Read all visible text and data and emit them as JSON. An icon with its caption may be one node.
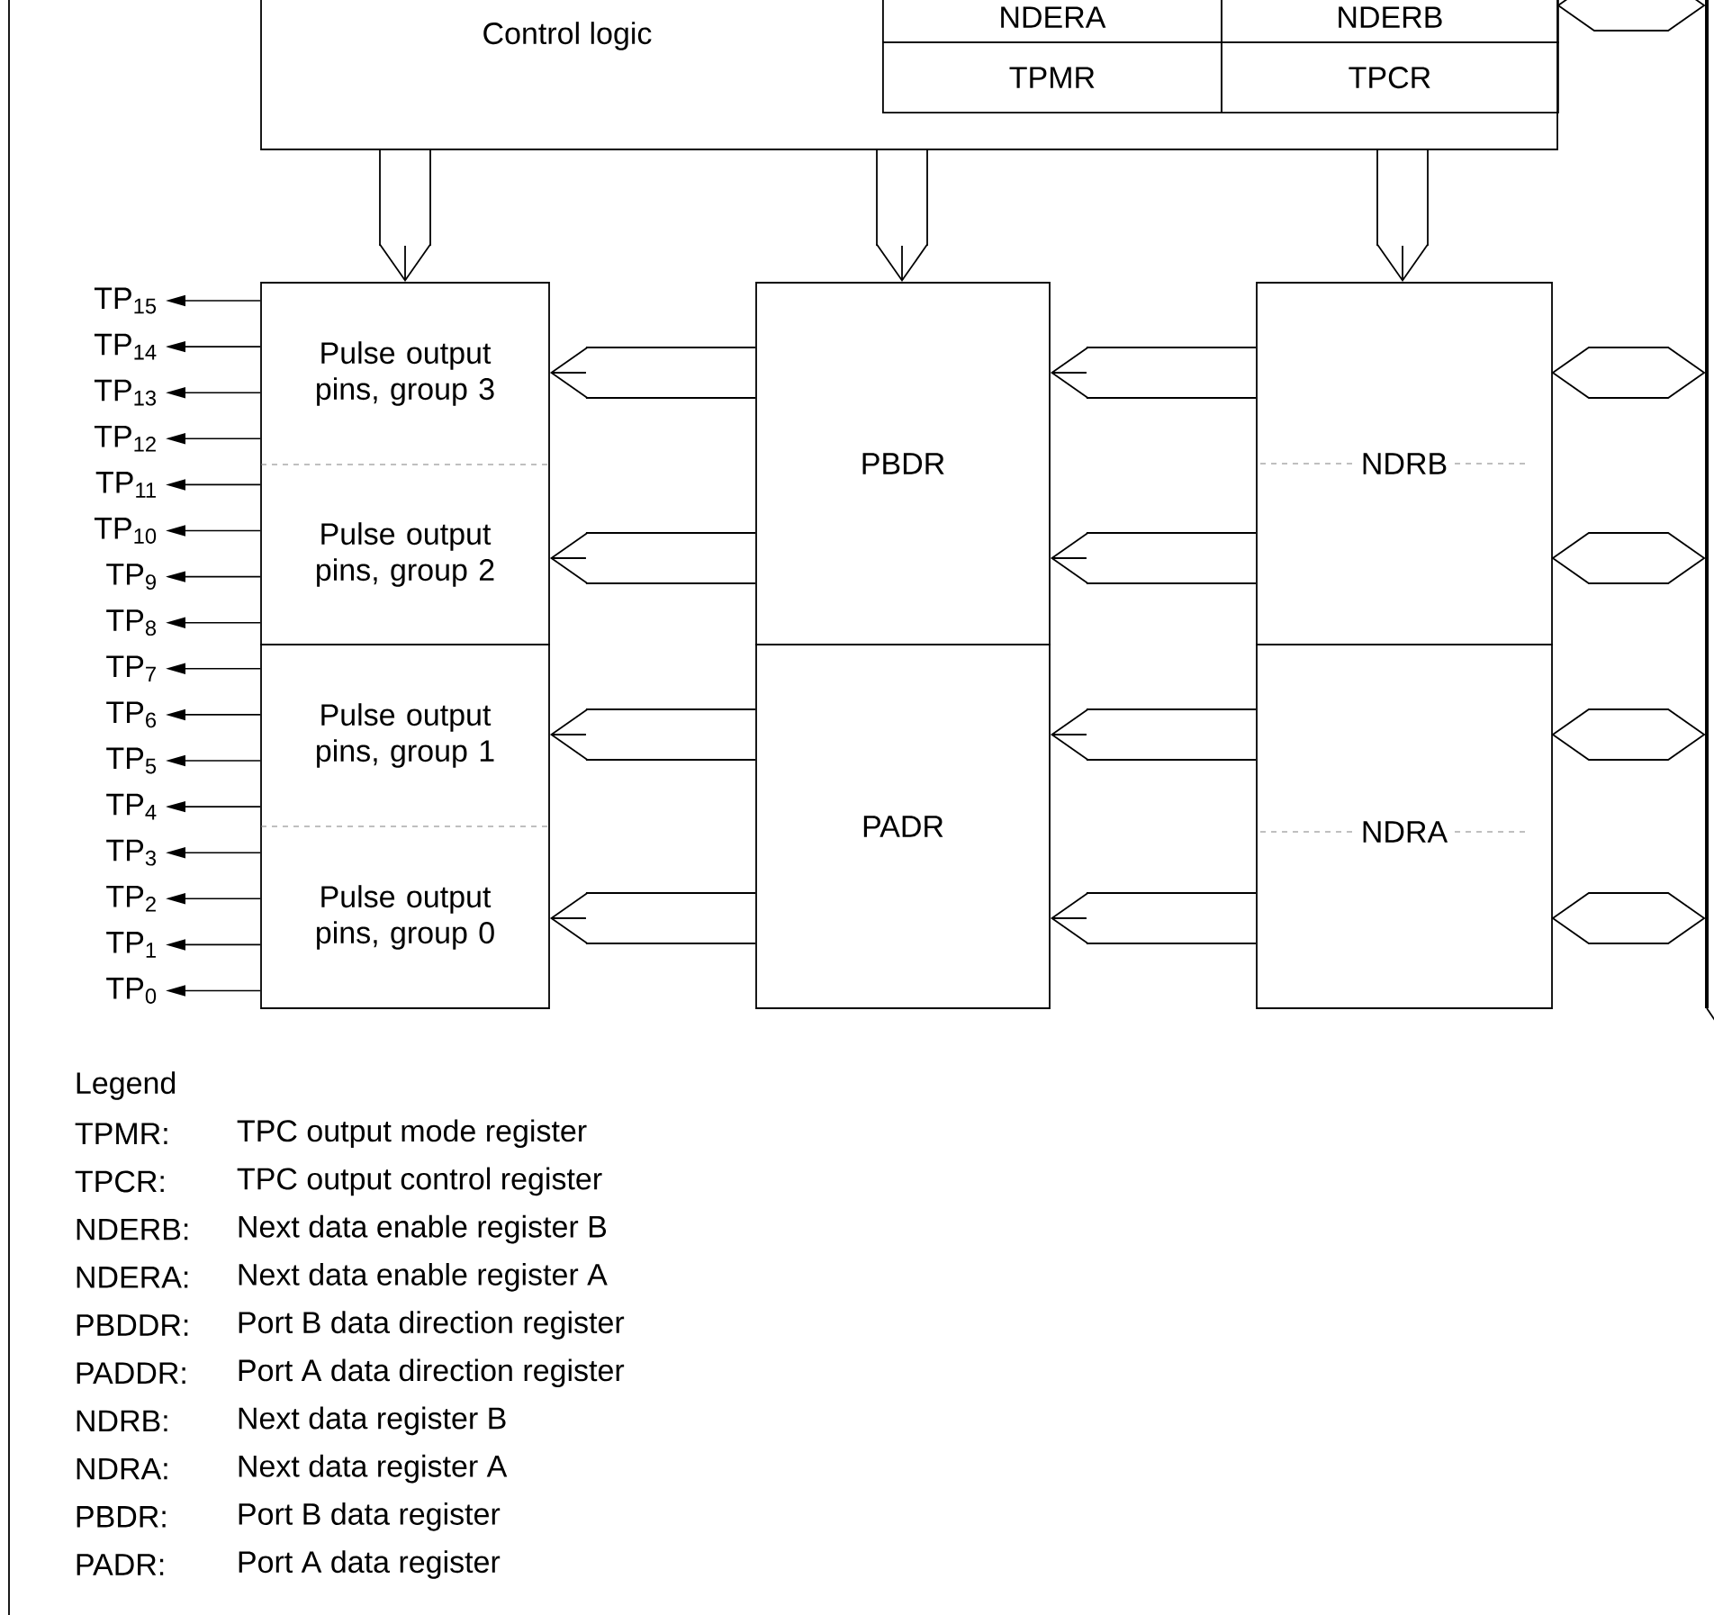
{
  "diagram": {
    "nodes": [
      {
        "text": [
          "Control logic"
        ]
      },
      {
        "text": [
          "NDERA"
        ],
        "in": 0
      },
      {
        "text": [
          "NDERB"
        ],
        "in": 0
      },
      {
        "text": [
          "TPMR"
        ],
        "in": 0
      },
      {
        "text": [
          "TPCR"
        ],
        "in": 0
      },
      {
        "text": [
          "Pulse output pins, group 3"
        ]
      },
      {
        "text": [
          "Pulse output pins, group 2"
        ]
      },
      {
        "text": [
          "Pulse output pins, group 1"
        ]
      },
      {
        "text": [
          "Pulse output pins, group 0"
        ]
      },
      {
        "text": [
          "PBDR"
        ]
      },
      {
        "text": [
          "PADR"
        ]
      },
      {
        "text": [
          "NDRB"
        ]
      },
      {
        "text": [
          "NDRA"
        ]
      },
      {
        "text": [],
        "shape": "bar"
      },
      {
        "text": [
          "TP$_{15}$"
        ]
      },
      {
        "text": [
          "TP$_{14}$"
        ]
      },
      {
        "text": [
          "TP$_{13}$"
        ]
      },
      {
        "text": [
          "TP$_{12}$"
        ]
      },
      {
        "text": [
          "TP$_{11}$"
        ]
      },
      {
        "text": [
          "TP$_{10}$"
        ]
      },
      {
        "text": [
          "TP$_{9}$"
        ]
      },
      {
        "text": [
          "TP$_{8}$"
        ]
      },
      {
        "text": [
          "TP$_{7}$"
        ]
      },
      {
        "text": [
          "TP$_{6}$"
        ]
      },
      {
        "text": [
          "TP$_{5}$"
        ]
      },
      {
        "text": [
          "TP$_{4}$"
        ]
      },
      {
        "text": [
          "TP$_{3}$"
        ]
      },
      {
        "text": [
          "TP$_{2}$"
        ]
      },
      {
        "text": [
          "TP$_{1}$"
        ]
      },
      {
        "text": [
          "TP$_{0}$"
        ]
      }
    ],
    "edges": [
      {
        "from": 0,
        "to": 5,
        "arrow": "to"
      },
      {
        "from": 0,
        "to": 9,
        "arrow": "to"
      },
      {
        "from": 0,
        "to": 11,
        "arrow": "to"
      },
      {
        "from": 0,
        "to": 13,
        "arrow": "both"
      },
      {
        "from": 9,
        "to": 5,
        "arrow": "to"
      },
      {
        "from": 9,
        "to": 6,
        "arrow": "to"
      },
      {
        "from": 10,
        "to": 7,
        "arrow": "to"
      },
      {
        "from": 10,
        "to": 8,
        "arrow": "to"
      },
      {
        "from": 11,
        "to": 9,
        "arrow": "to"
      },
      {
        "from": 11,
        "to": 9,
        "arrow": "to"
      },
      {
        "from": 12,
        "to": 10,
        "arrow": "to"
      },
      {
        "from": 12,
        "to": 10,
        "arrow": "to"
      },
      {
        "from": 11,
        "to": 13,
        "arrow": "both"
      },
      {
        "from": 11,
        "to": 13,
        "arrow": "both"
      },
      {
        "from": 12,
        "to": 13,
        "arrow": "both"
      },
      {
        "from": 12,
        "to": 13,
        "arrow": "both"
      },
      {
        "from": 5,
        "to": 14,
        "arrow": "to"
      },
      {
        "from": 5,
        "to": 15,
        "arrow": "to"
      },
      {
        "from": 5,
        "to": 16,
        "arrow": "to"
      },
      {
        "from": 5,
        "to": 17,
        "arrow": "to"
      },
      {
        "from": 6,
        "to": 18,
        "arrow": "to"
      },
      {
        "from": 6,
        "to": 19,
        "arrow": "to"
      },
      {
        "from": 6,
        "to": 20,
        "arrow": "to"
      },
      {
        "from": 6,
        "to": 21,
        "arrow": "to"
      },
      {
        "from": 7,
        "to": 22,
        "arrow": "to"
      },
      {
        "from": 7,
        "to": 23,
        "arrow": "to"
      },
      {
        "from": 7,
        "to": 24,
        "arrow": "to"
      },
      {
        "from": 7,
        "to": 25,
        "arrow": "to"
      },
      {
        "from": 8,
        "to": 26,
        "arrow": "to"
      },
      {
        "from": 8,
        "to": 27,
        "arrow": "to"
      },
      {
        "from": 8,
        "to": 28,
        "arrow": "to"
      },
      {
        "from": 8,
        "to": 29,
        "arrow": "to"
      }
    ],
    "labels": [
      "Legend",
      "TPMR:",
      "TPC output mode register",
      "TPCR:",
      "TPC output control register",
      "NDERB:",
      "Next data enable register B",
      "NDERA:",
      "Next data enable register A",
      "PBDDR:",
      "Port B data direction register",
      "PADDR:",
      "Port A data direction register",
      "NDRB:",
      "Next data register B",
      "NDRA:",
      "Next data register A",
      "PBDR:",
      "Port B data register",
      "PADR:",
      "Port A data register"
    ]
  }
}
